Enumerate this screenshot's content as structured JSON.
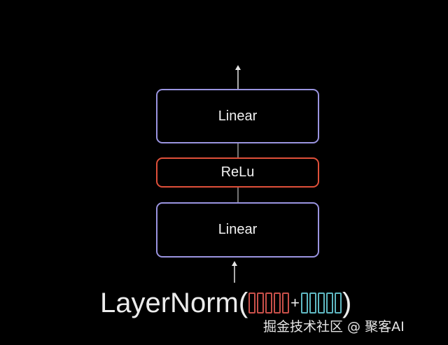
{
  "blocks": {
    "top_linear": "Linear",
    "relu": "ReLu",
    "bottom_linear": "Linear"
  },
  "formula": {
    "prefix": "LayerNorm(",
    "plus": "+",
    "suffix": ")",
    "vector_a_cells": 5,
    "vector_b_cells": 5
  },
  "colors": {
    "linear_border": "#9a94e0",
    "relu_border": "#e0503a",
    "vector_a": "#c9504a",
    "vector_b": "#5fb8c2",
    "background": "#000000"
  },
  "watermark": "掘金技术社区 @ 聚客AI"
}
